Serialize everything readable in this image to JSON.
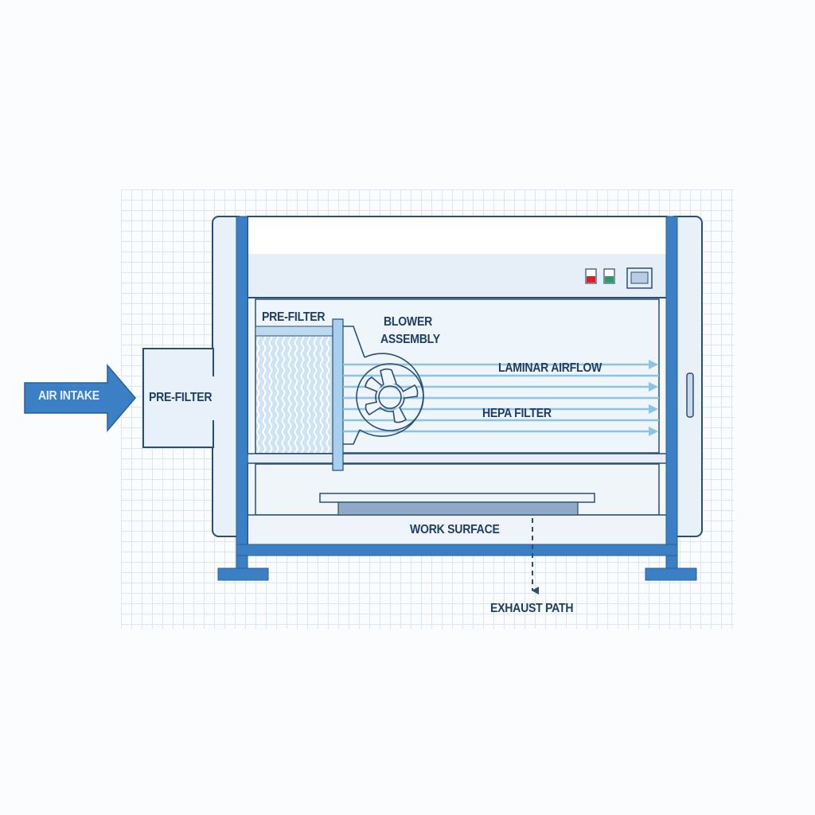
{
  "diagram": {
    "type": "laminar-flow-hood-schematic",
    "labels": {
      "air_intake": "AIR INTAKE",
      "pre_filter_external": "PRE-FILTER",
      "pre_filter_internal": "PRE-FILTER",
      "blower_assembly_line1": "BLOWER",
      "blower_assembly_line2": "ASSEMBLY",
      "laminar_airflow": "LAMINAR AIRFLOW",
      "hepa_filter": "HEPA FILTER",
      "work_surface": "WORK SURFACE",
      "exhaust_path": "EXHAUST PATH"
    },
    "control_panel": {
      "indicators": [
        {
          "name": "red-indicator",
          "color": "#e02020"
        },
        {
          "name": "green-indicator",
          "color": "#2e9a6a"
        }
      ],
      "display": "display-screen"
    },
    "airflow_arrows": 4,
    "colors": {
      "frame_blue": "#3b7fc4",
      "outline": "#2a4e74",
      "panel_fill": "#e8f0f9",
      "airflow": "#8cc4e6",
      "text": "#1e3f63",
      "grid": "#dbe6f0"
    }
  }
}
